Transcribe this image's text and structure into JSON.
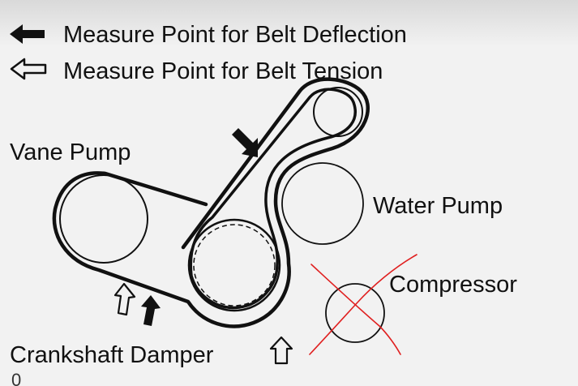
{
  "legend": {
    "deflection": "Measure Point for Belt Deflection",
    "tension": "Measure Point for Belt Tension"
  },
  "labels": {
    "vane_pump": "Vane Pump",
    "water_pump": "Water Pump",
    "compressor": "Compressor",
    "crankshaft_damper": "Crankshaft Damper"
  },
  "colors": {
    "ink": "#111111",
    "cross_out": "#e02020",
    "background": "#f2f2f2"
  },
  "icons": {
    "deflection_marker": "solid-arrow-icon",
    "tension_marker": "hollow-arrow-icon"
  }
}
